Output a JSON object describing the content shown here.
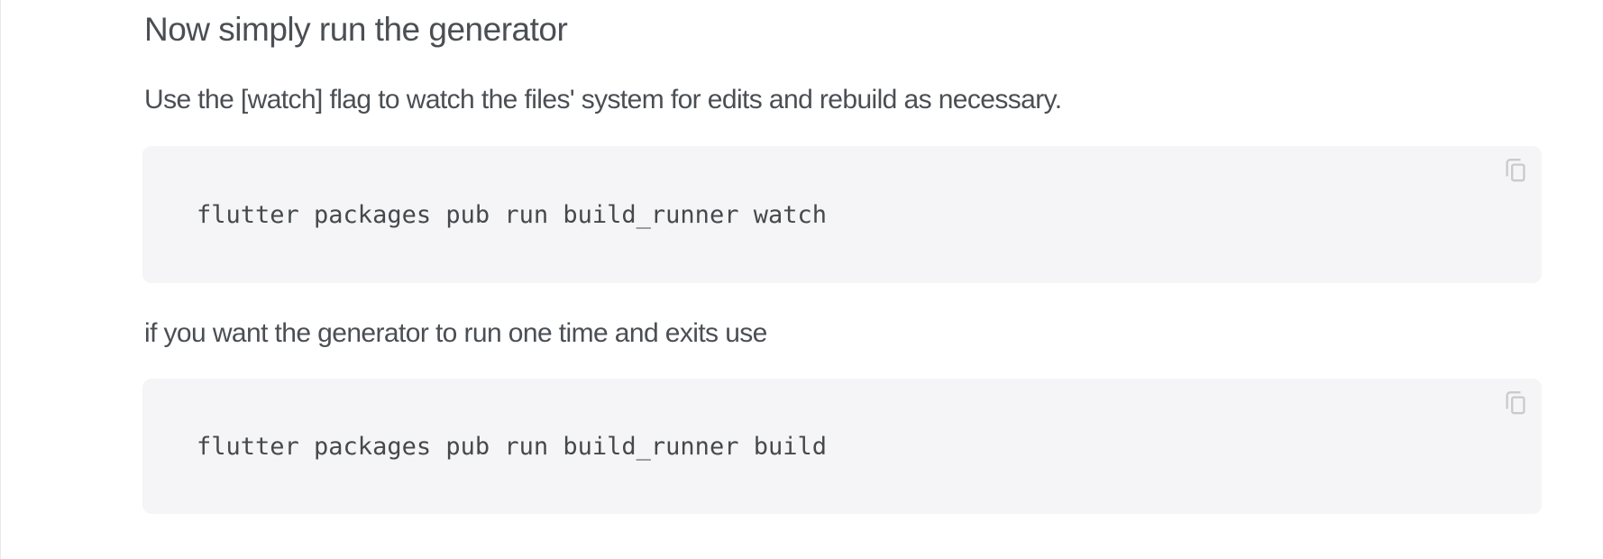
{
  "page": {
    "background_color": "#ffffff",
    "left_divider_color": "#e9e9eb"
  },
  "colors": {
    "text": "#4b4f54",
    "code_text": "#45484c",
    "code_block_background": "#f5f5f7",
    "copy_icon": "#c9cacd"
  },
  "section": {
    "heading": "Now simply run the generator",
    "paragraph_watch": "Use the [watch] flag to watch the files' system for edits and rebuild as necessary.",
    "code_block_watch": {
      "code": "flutter packages pub run build_runner watch",
      "copy_icon": "content-copy-icon"
    },
    "paragraph_build": "if you want the generator to run one time and exits use",
    "code_block_build": {
      "code": "flutter packages pub run build_runner build",
      "copy_icon": "content-copy-icon"
    }
  }
}
